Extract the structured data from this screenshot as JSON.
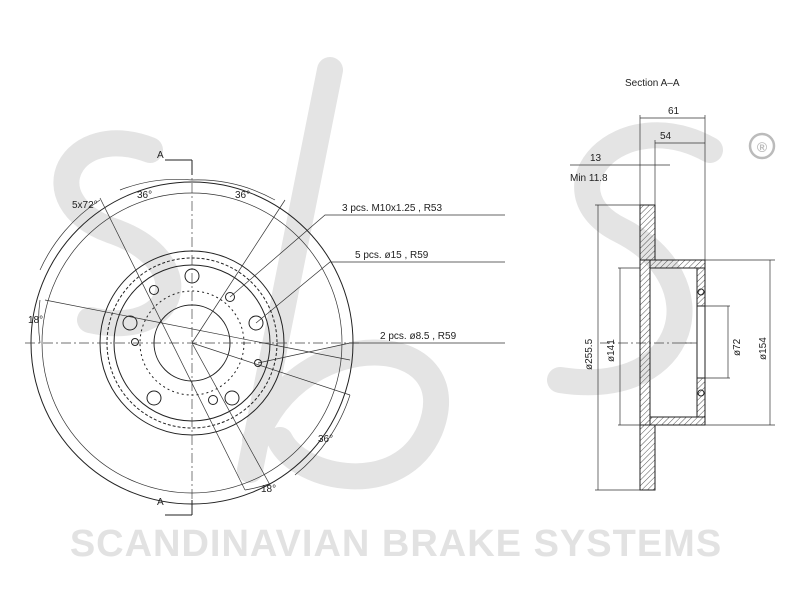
{
  "brand": {
    "logo_text": "sbs",
    "registered_mark": "®",
    "tagline": "SCANDINAVIAN BRAKE SYSTEMS"
  },
  "section_title": "Section A–A",
  "section_marker_top": "A",
  "section_marker_bottom": "A",
  "front_view": {
    "angle_bolt_pattern": "5x72°",
    "angle_top_left": "36°",
    "angle_top_right": "36°",
    "angle_left": "18°",
    "angle_right": "36°",
    "angle_bottom": "18°",
    "callout_threads": "3 pcs.  M10x1.25 , R53",
    "callout_holes": "5 pcs.  ø15 , R59",
    "callout_small_holes": "2 pcs.  ø8.5 , R59"
  },
  "section_view": {
    "width_total": "61",
    "width_hat": "54",
    "thickness": "13",
    "thickness_min": "Min  11.8",
    "diameter_outer": "ø255.5",
    "diameter_hat": "ø141",
    "diameter_center": "ø72",
    "diameter_pcd": "ø154"
  },
  "colors": {
    "line": "#222222",
    "watermark": "#e2e2e2",
    "hatch": "#555555"
  }
}
